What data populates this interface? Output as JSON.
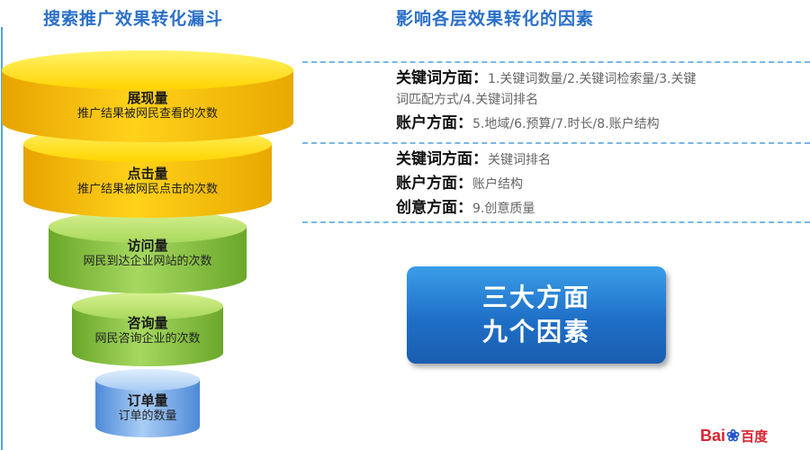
{
  "titles": {
    "left": "搜索推广效果转化漏斗",
    "right": "影响各层效果转化的因素"
  },
  "funnel": [
    {
      "name": "展现量",
      "desc": "推广结果被网民查看的次数",
      "color": "#f5bb00"
    },
    {
      "name": "点击量",
      "desc": "推广结果被网民点击的次数",
      "color": "#f5c400"
    },
    {
      "name": "访问量",
      "desc": "网民到达企业网站的次数",
      "color": "#8cc640"
    },
    {
      "name": "咨询量",
      "desc": "网民咨询企业的次数",
      "color": "#8cc640"
    },
    {
      "name": "订单量",
      "desc": "订单的数量",
      "color": "#6aa3e6"
    }
  ],
  "factors": {
    "group1": [
      {
        "head": "关键词方面：",
        "detail": "1.关键词数量/2.关键词检索量/3.关键"
      },
      {
        "head": "",
        "detail": "词匹配方式/4.关键词排名"
      },
      {
        "head": "账户方面：",
        "detail": "5.地域/6.预算/7.时长/8.账户结构"
      }
    ],
    "group2": [
      {
        "head": "关键词方面：",
        "detail": "关键词排名"
      },
      {
        "head": "账户方面：",
        "detail": "账户结构"
      },
      {
        "head": "创意方面：",
        "detail": "9.创意质量"
      }
    ]
  },
  "summary": {
    "line1": "三大方面",
    "line2": "九个因素"
  },
  "logo": {
    "bai": "Bai",
    "paw": "❀",
    "cn": "百度"
  }
}
